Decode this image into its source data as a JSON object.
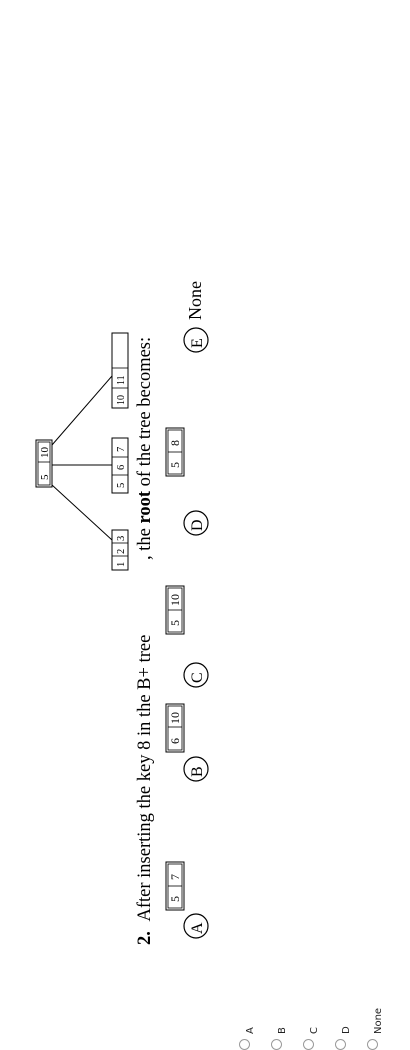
{
  "question": {
    "number": "2.",
    "text_prefix": "After inserting the key 8 in the B+ tree",
    "text_mid": ", the ",
    "text_bold": "root",
    "text_suffix": " of the tree becomes:"
  },
  "tree": {
    "root": [
      "5",
      "10"
    ],
    "leaves": [
      [
        "1",
        "2",
        "3"
      ],
      [
        "5",
        "6",
        "7"
      ],
      [
        "10",
        "11",
        ""
      ]
    ]
  },
  "choices": [
    {
      "letter": "A",
      "keys": [
        "5",
        "7"
      ]
    },
    {
      "letter": "B",
      "keys": [
        "6",
        "10"
      ]
    },
    {
      "letter": "C",
      "keys": [
        "5",
        "10"
      ]
    },
    {
      "letter": "D",
      "keys": [
        "5",
        "8"
      ]
    },
    {
      "letter": "E",
      "keys": [],
      "text": "None"
    }
  ],
  "answer_options": [
    "A",
    "B",
    "C",
    "D",
    "None"
  ]
}
